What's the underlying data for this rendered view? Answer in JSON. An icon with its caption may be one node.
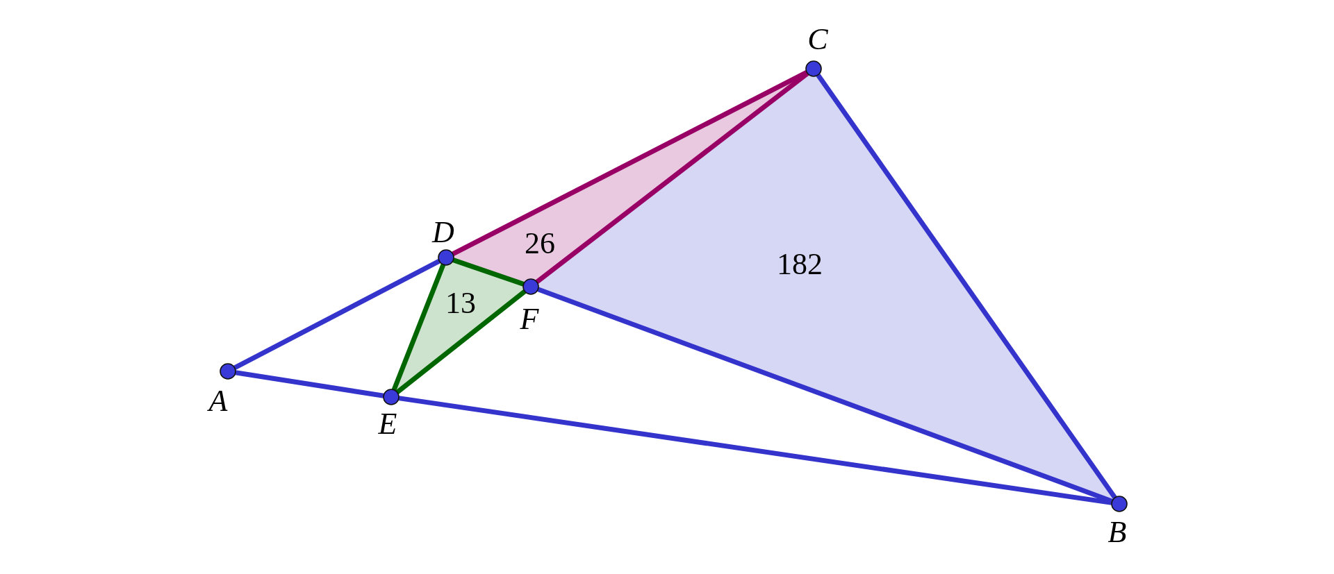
{
  "diagram": {
    "nodes": [
      {
        "text": [],
        "shape": "circle",
        "beside": [
          "A"
        ]
      },
      {
        "text": [],
        "shape": "circle",
        "beside": [
          "B"
        ]
      },
      {
        "text": [],
        "shape": "circle",
        "beside": [
          "C"
        ]
      },
      {
        "text": [],
        "shape": "circle",
        "beside": [
          "D"
        ]
      },
      {
        "text": [],
        "shape": "circle",
        "beside": [
          "E"
        ]
      },
      {
        "text": [],
        "shape": "circle",
        "beside": [
          "F"
        ]
      }
    ],
    "edges": [
      {
        "from": 0,
        "to": 3,
        "arrow": "none"
      },
      {
        "from": 3,
        "to": 2,
        "arrow": "none",
        "color": "#990066"
      },
      {
        "from": 2,
        "to": 1,
        "arrow": "none"
      },
      {
        "from": 0,
        "to": 4,
        "arrow": "none"
      },
      {
        "from": 4,
        "to": 1,
        "arrow": "none"
      },
      {
        "from": 1,
        "to": 5,
        "arrow": "none"
      },
      {
        "from": 5,
        "to": 2,
        "arrow": "none",
        "color": "#990066"
      },
      {
        "from": 3,
        "to": 5,
        "arrow": "none",
        "color": "#006600"
      },
      {
        "from": 5,
        "to": 4,
        "arrow": "none",
        "color": "#006600"
      },
      {
        "from": 4,
        "to": 3,
        "arrow": "none",
        "color": "#006600"
      }
    ],
    "labels": [
      "26",
      "182",
      "13"
    ]
  }
}
